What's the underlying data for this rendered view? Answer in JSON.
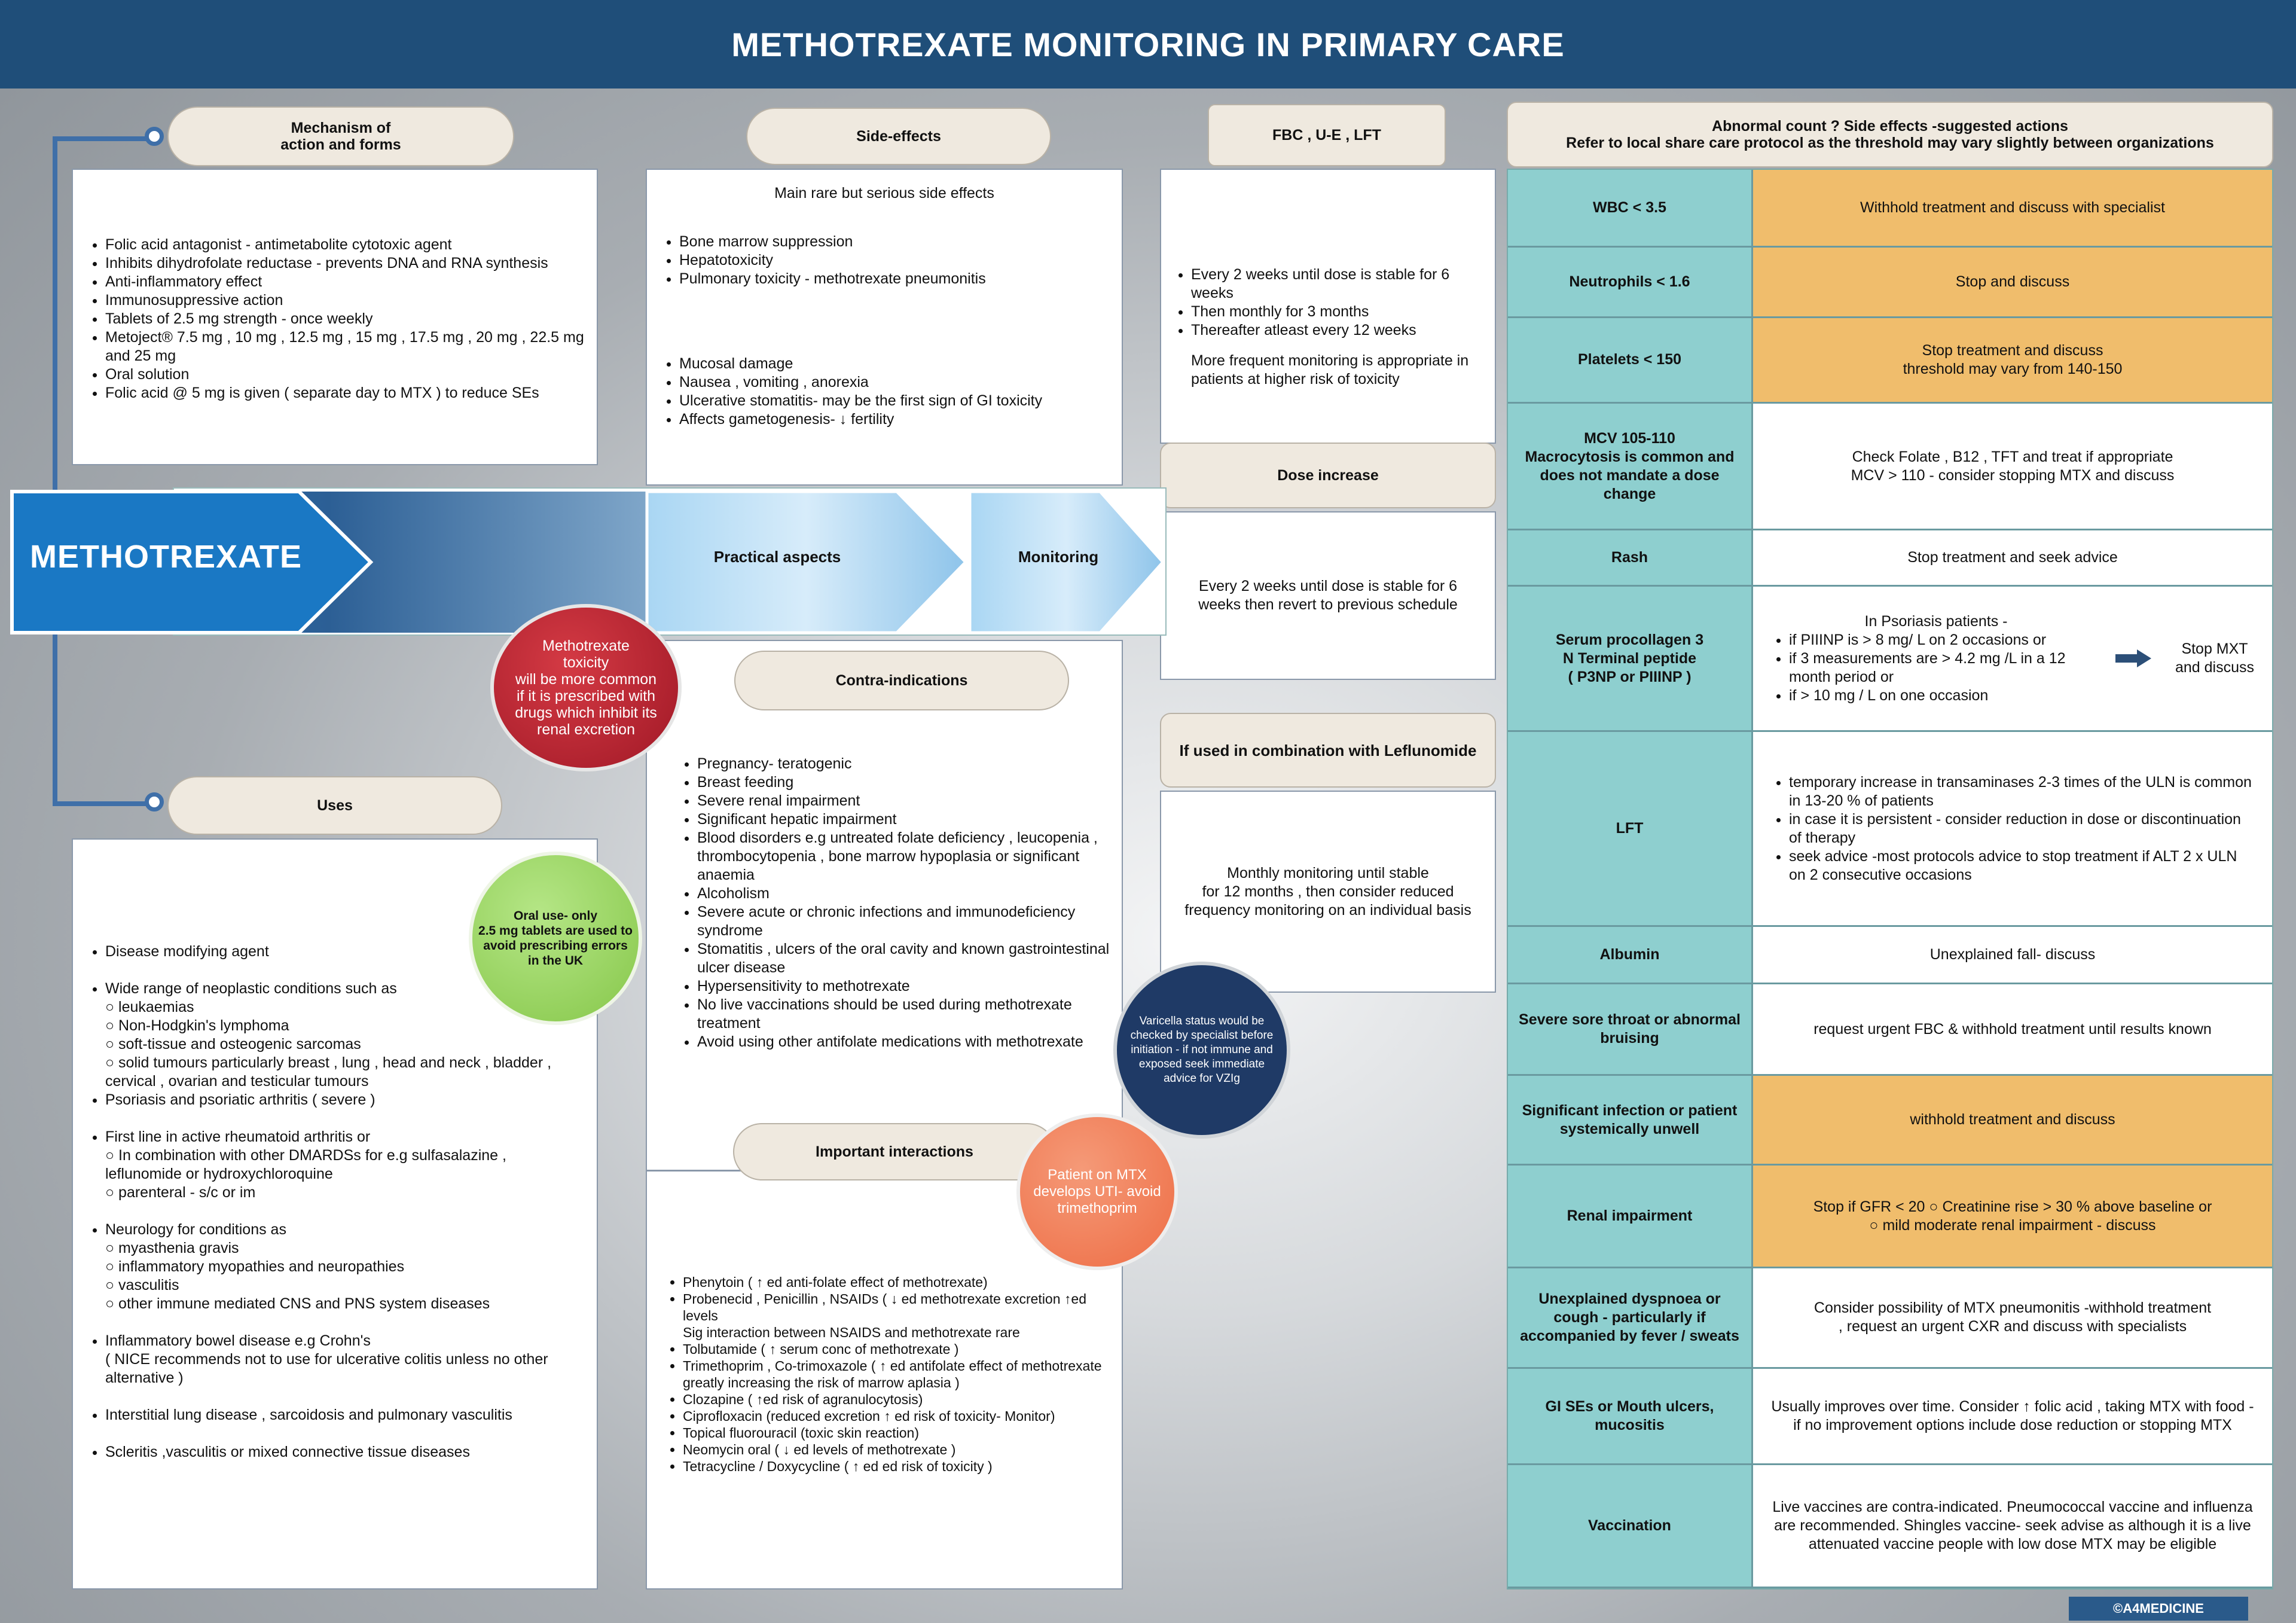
{
  "header": {
    "title": "METHOTREXATE MONITORING IN PRIMARY CARE"
  },
  "mechanism": {
    "title": "Mechanism of\naction and forms",
    "items": [
      "Folic acid antagonist - antimetabolite cytotoxic agent",
      "Inhibits dihydrofolate reductase - prevents DNA and RNA synthesis",
      "Anti-inflammatory effect",
      "Immunosuppressive action",
      "Tablets of 2.5 mg strength - once weekly",
      "Metoject® 7.5 mg , 10 mg , 12.5 mg , 15 mg , 17.5 mg , 20 mg , 22.5 mg and 25 mg",
      "Oral solution",
      "Folic acid  @ 5 mg is given ( separate day to MTX ) to reduce SEs"
    ]
  },
  "side_effects": {
    "title": "Side-effects",
    "intro": "Main rare but serious side effects",
    "group1": [
      "Bone marrow suppression",
      "Hepatotoxicity",
      "Pulmonary toxicity - methotrexate pneumonitis"
    ],
    "group2": [
      "Mucosal damage",
      "Nausea , vomiting , anorexia",
      "Ulcerative stomatitis- may be the first sign of GI toxicity",
      "Affects gametogenesis- ↓ fertility"
    ]
  },
  "fbc": {
    "title": "FBC , U-E , LFT",
    "items": [
      "Every 2 weeks until dose is stable for 6 weeks",
      "Then monthly for 3 months",
      "Thereafter atleast every 12 weeks"
    ],
    "note": "More frequent monitoring is appropriate in patients at higher risk of toxicity"
  },
  "dose_increase": {
    "title": "Dose increase",
    "text": "Every 2 weeks until dose is stable for 6 weeks then revert to previous schedule"
  },
  "leflunomide": {
    "title": "If used in combination with Leflunomide",
    "text": "Monthly monitoring until stable\nfor 12 months , then consider reduced frequency monitoring on an individual basis"
  },
  "arrows": {
    "main": "METHOTREXATE",
    "practical": "Practical aspects",
    "monitoring": "Monitoring"
  },
  "toxicity_circle": "Methotrexate\ntoxicity\nwill be more common\nif it is prescribed with\ndrugs which inhibit its\nrenal excretion",
  "oral_circle": "Oral use- only\n2.5 mg tablets are used to\navoid prescribing errors\nin the UK",
  "varicella_circle": "Varicella status would be\nchecked by specialist before\ninitiation - if not immune and\nexposed seek immediate\nadvice for VZIg",
  "uti_circle": "Patient on MTX\ndevelops UTI- avoid\ntrimethoprim",
  "contra": {
    "title": "Contra-indications",
    "items": [
      "Pregnancy- teratogenic",
      "Breast feeding",
      "Severe renal impairment",
      "Significant hepatic impairment",
      "Blood disorders e.g untreated folate deficiency , leucopenia , thrombocytopenia , bone marrow hypoplasia or significant anaemia",
      "Alcoholism",
      "Severe acute or chronic infections and immunodeficiency syndrome",
      "Stomatitis , ulcers of the oral cavity and known gastrointestinal ulcer disease",
      "Hypersensitivity to methotrexate",
      "No live vaccinations should be used during methotrexate treatment",
      "Avoid using other antifolate medications with methotrexate"
    ]
  },
  "interactions": {
    "title": "Important interactions",
    "items": [
      "Phenytoin ( ↑ ed anti-folate effect of methotrexate)",
      "Probenecid , Penicillin , NSAIDs ( ↓ ed methotrexate excretion ↑ed levels\nSig interaction between NSAIDS and methotrexate rare",
      "Tolbutamide ( ↑ serum conc of methotrexate )",
      "Trimethoprim , Co-trimoxazole ( ↑ ed antifolate effect of methotrexate greatly increasing the risk of marrow aplasia )",
      "Clozapine ( ↑ed risk of agranulocytosis)",
      "Ciprofloxacin (reduced excretion ↑ ed risk of toxicity- Monitor)",
      "Topical fluorouracil (toxic skin reaction)",
      "Neomycin oral ( ↓ ed levels of methotrexate )",
      "Tetracycline / Doxycycline ( ↑ ed ed risk of toxicity )"
    ]
  },
  "uses": {
    "title": "Uses",
    "items": [
      {
        "text": "Disease modifying agent",
        "gap": false
      },
      {
        "text": "Wide range of neoplastic conditions such as\n○ leukaemias\n○ Non-Hodgkin's lymphoma\n○ soft-tissue and osteogenic sarcomas\n○ solid tumours particularly breast , lung , head and neck , bladder , cervical , ovarian and testicular tumours",
        "gap": true
      },
      {
        "text": "Psoriasis and psoriatic arthritis ( severe )",
        "gap": false
      },
      {
        "text": "First line in active rheumatoid arthritis or\n○ In combination with other DMARDSs for e.g sulfasalazine , leflunomide or hydroxychloroquine\n○ parenteral - s/c or im",
        "gap": true
      },
      {
        "text": "Neurology for conditions as\n○ myasthenia gravis\n○ inflammatory myopathies and neuropathies\n○ vasculitis\n○ other immune mediated CNS and PNS system diseases",
        "gap": true
      },
      {
        "text": "Inflammatory bowel disease e.g Crohn's\n( NICE recommends not to use for ulcerative colitis unless no other alternative )",
        "gap": true
      },
      {
        "text": "Interstitial lung disease , sarcoidosis and pulmonary vasculitis",
        "gap": true
      },
      {
        "text": "Scleritis ,vasculitis or mixed connective tissue diseases",
        "gap": true
      }
    ]
  },
  "actions": {
    "title": "Abnormal count  ? Side effects -suggested actions\nRefer to local share care protocol as the threshold may vary slightly between organizations",
    "rows": [
      {
        "condition": "WBC < 3.5",
        "action": "Withhold treatment and discuss with specialist",
        "orange": true
      },
      {
        "condition": "Neutrophils < 1.6",
        "action": "Stop and discuss",
        "orange": true
      },
      {
        "condition": "Platelets < 150",
        "action": "Stop treatment and discuss\nthreshold may vary from 140-150",
        "orange": true
      },
      {
        "condition": "MCV 105-110\nMacrocytosis is common and does not mandate a dose change",
        "action": "Check Folate , B12 , TFT and treat if appropriate\nMCV > 110 - consider stopping MTX and discuss",
        "orange": false
      },
      {
        "condition": "Rash",
        "action": "Stop treatment and seek advice",
        "orange": false
      },
      {
        "condition": "Serum procollagen 3\nN Terminal peptide\n( P3NP or PIIINP )",
        "action": "",
        "orange": false
      },
      {
        "condition": "LFT",
        "action": "",
        "orange": false
      },
      {
        "condition": "Albumin",
        "action": "Unexplained fall- discuss",
        "orange": false
      },
      {
        "condition": "Severe sore throat or abnormal bruising",
        "action": "request urgent FBC & withhold treatment until results known",
        "orange": false
      },
      {
        "condition": "Significant infection or patient systemically unwell",
        "action": "withhold treatment and discuss",
        "orange": true
      },
      {
        "condition": "Renal impairment",
        "action": "Stop if GFR < 20 ○  Creatinine rise > 30 % above baseline or\n○  mild moderate renal impairment - discuss",
        "orange": true
      },
      {
        "condition": "Unexplained dyspnoea or cough - particularly if accompanied by fever / sweats",
        "action": "Consider possibility  of MTX pneumonitis -withhold treatment\n, request an urgent CXR and discuss with specialists",
        "orange": false
      },
      {
        "condition": "GI SEs or Mouth ulcers, mucositis",
        "action": "Usually improves over time. Consider ↑ folic acid , taking MTX with food -if no improvement options include dose reduction or stopping MTX",
        "orange": false
      },
      {
        "condition": "Vaccination",
        "action": "Live vaccines are contra-indicated. Pneumococcal vaccine and influenza are recommended. Shingles vaccine- seek advise as although it is a live attenuated vaccine people with low dose MTX may be eligible",
        "orange": false
      }
    ],
    "p3np": {
      "intro": "In Psoriasis patients -",
      "items": [
        "if PIIINP is > 8 mg/ L on 2 occasions or",
        "if 3 measurements are > 4.2 mg /L in a 12 month period or",
        "if > 10 mg / L on one occasion"
      ],
      "result": "Stop MXT\nand discuss"
    },
    "lft": [
      "temporary increase in transaminases 2-3 times of the ULN is common in 13-20 % of patients",
      "in case it is persistent - consider reduction in dose or discontinuation of therapy",
      "seek advice -most protocols advice to stop treatment if ALT 2 x ULN on 2 consecutive occasions"
    ]
  },
  "footer": {
    "credit": "©A4MEDICINE"
  },
  "colors": {
    "header": "#1f4e79",
    "teal": "#8ecfcf",
    "orange": "#f0bd6c",
    "red": "#b32030",
    "green": "#98d35e",
    "navy": "#1f3a66",
    "salmon": "#f07850"
  }
}
